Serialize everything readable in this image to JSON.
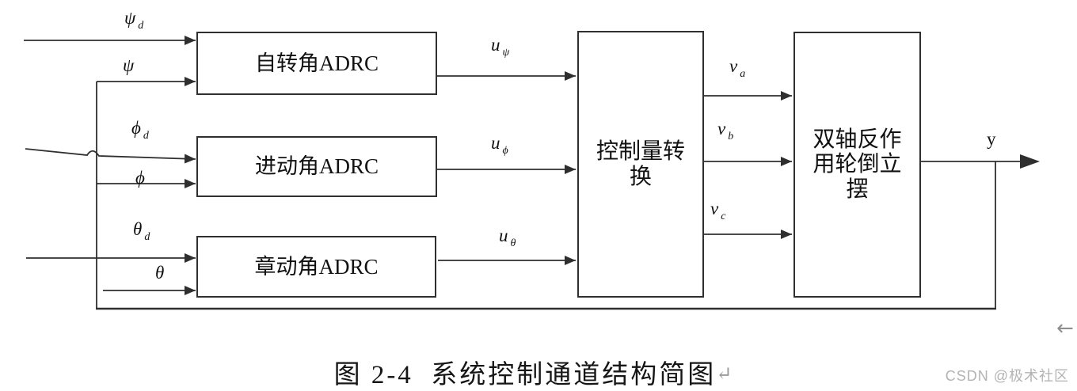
{
  "blocks": {
    "spin": "自转角ADRC",
    "precession": "进动角ADRC",
    "nutation": "章动角ADRC",
    "conversion": "控制量转换",
    "plant": "双轴反作用轮倒立摆"
  },
  "labels": {
    "psi_d": {
      "main": "ψ",
      "sub": "d"
    },
    "psi": {
      "main": "ψ",
      "sub": ""
    },
    "phi_d": {
      "main": "ϕ",
      "sub": "d"
    },
    "phi": {
      "main": "ϕ",
      "sub": ""
    },
    "theta_d": {
      "main": "θ",
      "sub": "d"
    },
    "theta": {
      "main": "θ",
      "sub": ""
    },
    "u_psi": {
      "main": "u",
      "sub": "ψ"
    },
    "u_phi": {
      "main": "u",
      "sub": "ϕ"
    },
    "u_theta": {
      "main": "u",
      "sub": "θ"
    },
    "v_a": {
      "main": "v",
      "sub": "a"
    },
    "v_b": {
      "main": "v",
      "sub": "b"
    },
    "v_c": {
      "main": "v",
      "sub": "c"
    },
    "y": {
      "main": "y",
      "sub": ""
    }
  },
  "caption": {
    "text": "图 2-4  系统控制通道结构简图",
    "mark": "↵"
  },
  "margin_mark": "←",
  "watermark": "CSDN @极术社区",
  "colors": {
    "line": "#2f2f2f",
    "text": "#111111",
    "mark_gray": "#8f8f8f",
    "watermark_gray": "#b3b3b3",
    "background": "#ffffff"
  }
}
